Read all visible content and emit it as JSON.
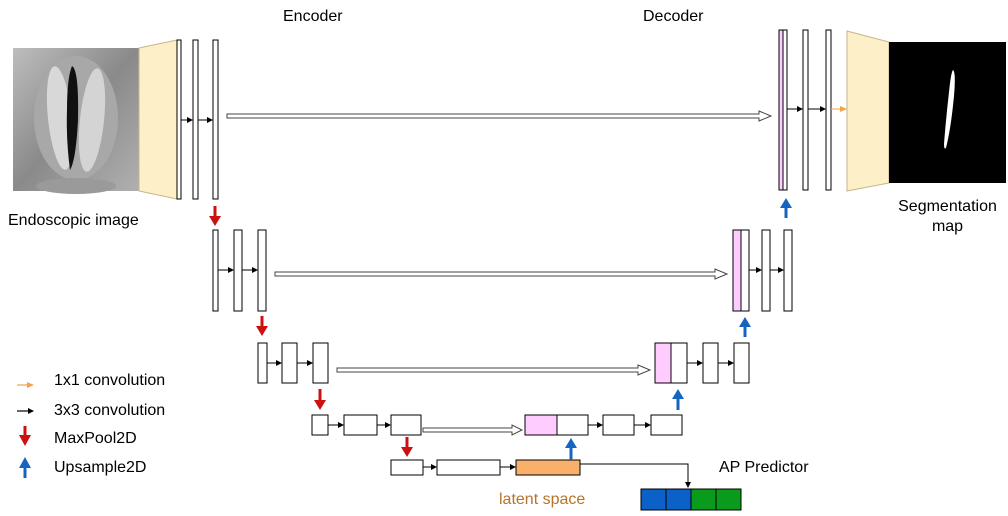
{
  "labels": {
    "encoder": "Encoder",
    "decoder": "Decoder",
    "input_image": "Endoscopic image",
    "output_map_line1": "Segmentation",
    "output_map_line2": "map",
    "latent_space": "latent space",
    "ap_predictor": "AP Predictor"
  },
  "legend": [
    {
      "label": "1x1 convolution",
      "icon": "orange-arrow-right",
      "color": "#f5a04a"
    },
    {
      "label": "3x3 convolution",
      "icon": "black-arrow-right",
      "color": "#000000"
    },
    {
      "label": "MaxPool2D",
      "icon": "red-arrow-down",
      "color": "#cc1111"
    },
    {
      "label": "Upsample2D",
      "icon": "blue-arrow-up",
      "color": "#1565c0"
    }
  ],
  "colors": {
    "input_funnel": "#fdefc8",
    "skip_concat": "#ffccff",
    "latent": "#f8b06a",
    "ap_blue": "#0b61c7",
    "ap_green": "#0a9b1c",
    "latent_text": "#b8732a"
  }
}
